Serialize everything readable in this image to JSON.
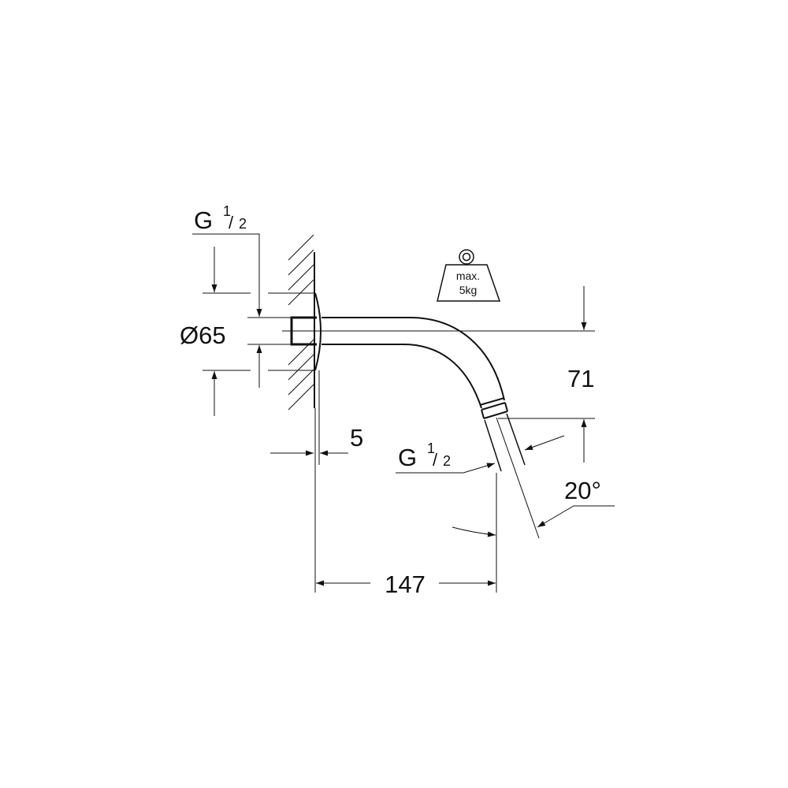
{
  "labels": {
    "thread_top": {
      "main": "G",
      "num": "1",
      "den": "2"
    },
    "diameter": "Ø65",
    "offset": "5",
    "thread_outlet": {
      "main": "G",
      "num": "1",
      "den": "2"
    },
    "drop": "71",
    "angle": "20°",
    "projection": "147"
  },
  "weight_icon": {
    "line1": "max.",
    "line2": "5kg"
  },
  "colors": {
    "line": "#111111",
    "background": "#ffffff"
  }
}
